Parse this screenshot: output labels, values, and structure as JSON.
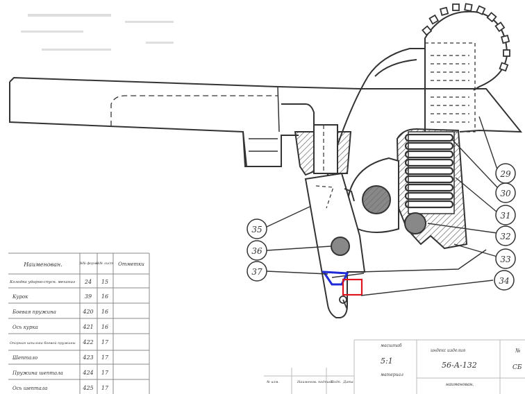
{
  "callouts": [
    "29",
    "30",
    "31",
    "32",
    "33",
    "34",
    "35",
    "36",
    "37"
  ],
  "parts_table": {
    "headers": [
      "Наименован.",
      "№№ форм",
      "№№ лист",
      "Отметки"
    ],
    "rows": [
      [
        "Колодка ударно-спуск. механиз",
        "24",
        "15"
      ],
      [
        "Курок",
        "39",
        "16"
      ],
      [
        "Боевая пружина",
        "420",
        "16"
      ],
      [
        "Ось курка",
        "421",
        "16"
      ],
      [
        "Опорная шпилька боевой пружины",
        "422",
        "17"
      ],
      [
        "Шептало",
        "423",
        "17"
      ],
      [
        "Пружина шептала",
        "424",
        "17"
      ],
      [
        "Ось шептала",
        "425",
        "17"
      ]
    ]
  },
  "title_block": {
    "scale_label": "масштаб",
    "scale": "5:1",
    "product_index_label": "индекс изделия",
    "product_index": "56-А-132",
    "sheet_label": "№",
    "assembly": "СБ",
    "material_label": "материал",
    "name_label": "наименован.",
    "bottom_labels": [
      "№ изм.",
      "Наименов. подпись",
      "Подп.",
      "Дата"
    ]
  },
  "colors": {
    "ink": "#333333",
    "highlight_blue": "#1f2bd6",
    "highlight_red": "#e0141e"
  }
}
